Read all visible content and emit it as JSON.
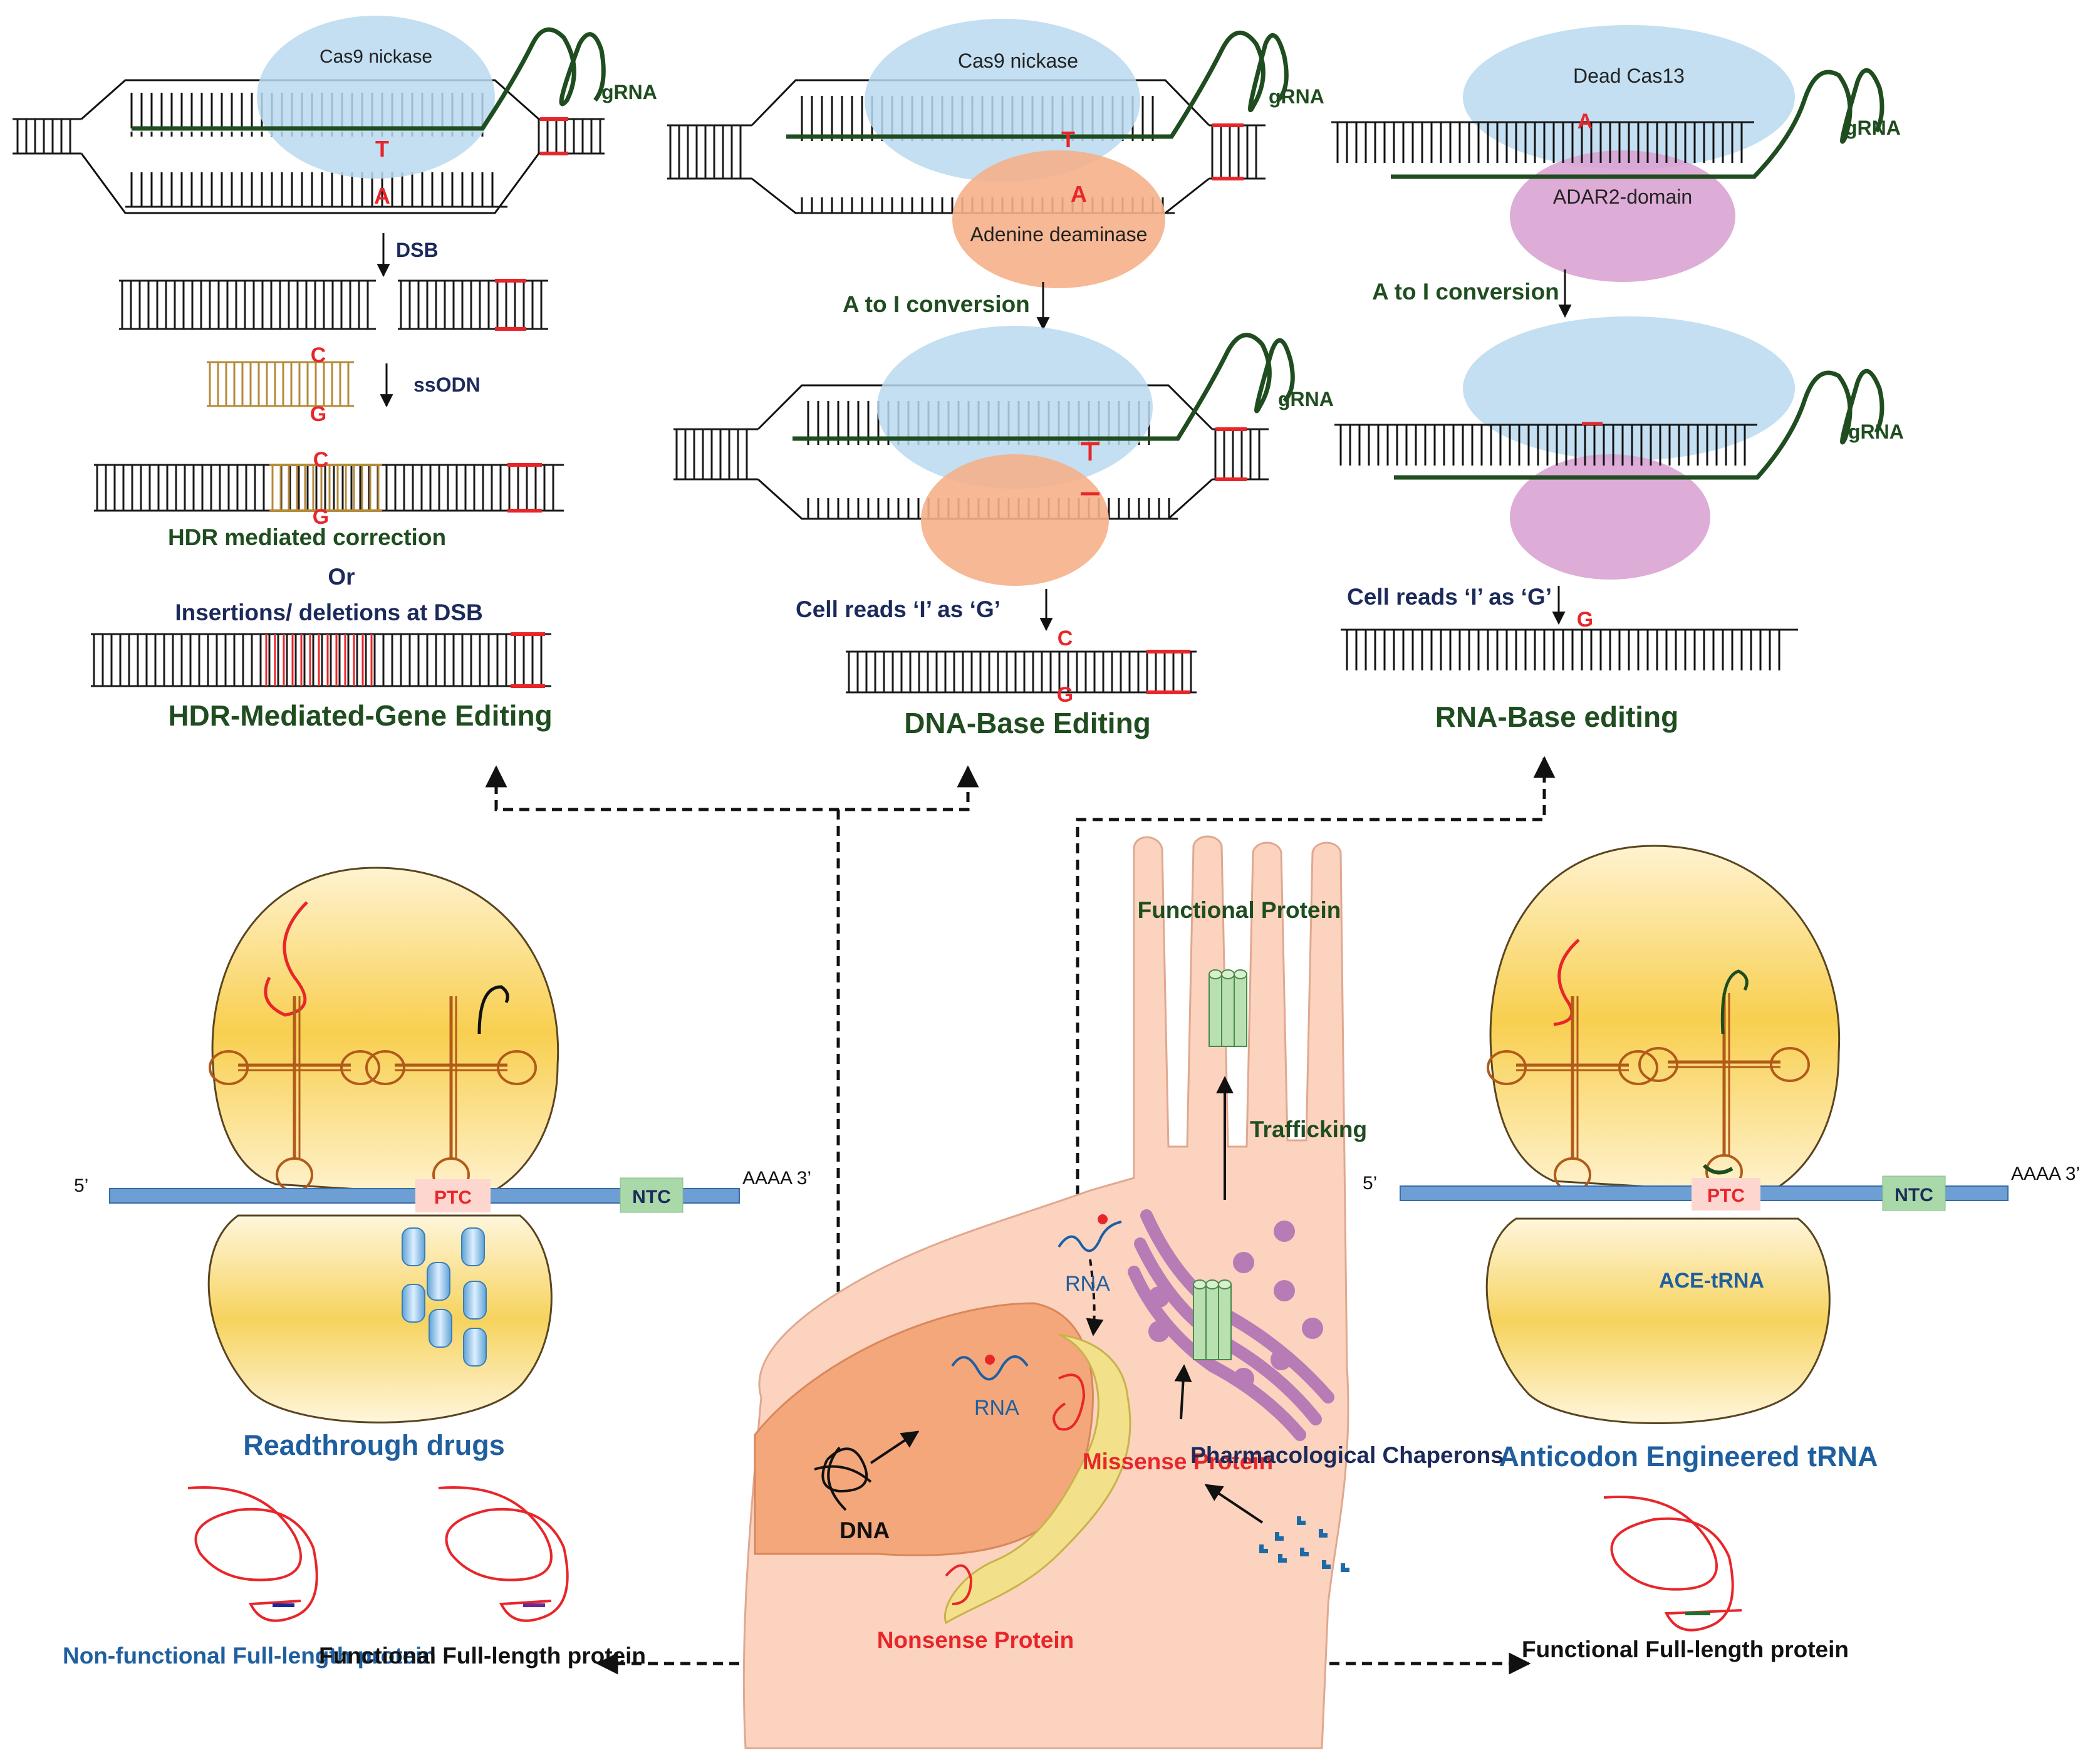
{
  "hdr": {
    "enzyme": "Cas9 nickase",
    "grna": "gRNA",
    "target_base": "A",
    "partner_base": "T",
    "step_dsb": "DSB",
    "step_ssodn": "ssODN",
    "base_c": "C",
    "base_g": "G",
    "hdr_correction": "HDR mediated correction",
    "or": "Or",
    "indels": "Insertions/ deletions at DSB",
    "title": "HDR-Mediated-Gene Editing"
  },
  "dna_base": {
    "enzyme": "Cas9 nickase",
    "grna_top": "gRNA",
    "grna_bottom": "gRNA",
    "partner_base": "T",
    "target_base": "A",
    "deaminase": "Adenine deaminase",
    "conversion": "A to I conversion",
    "cell_reads": "Cell reads ‘I’ as ‘G’",
    "base_c": "C",
    "base_g": "G",
    "title": "DNA-Base Editing"
  },
  "rna_base": {
    "enzyme": "Dead Cas13",
    "grna_top": "gRNA",
    "grna_bottom": "gRNA",
    "target_base": "A",
    "adar": "ADAR2-domain",
    "conversion": "A to I conversion",
    "cell_reads": "Cell reads ‘I’ as ‘G’",
    "base_g": "G",
    "title": "RNA-Base editing"
  },
  "left_ribosome": {
    "five_prime": "5’",
    "three_prime": "AAAA 3’",
    "ptc": "PTC",
    "ntc": "NTC",
    "title": "Readthrough drugs",
    "protein_nonfunctional": "Non-functional Full-length protein",
    "protein_functional": "Functional Full-length protein"
  },
  "right_ribosome": {
    "five_prime": "5’",
    "three_prime": "AAAA 3’",
    "ptc": "PTC",
    "ntc": "NTC",
    "ace": "ACE-tRNA",
    "title": "Anticodon Engineered tRNA",
    "protein_functional": "Functional Full-length protein"
  },
  "cell": {
    "functional_protein": "Functional Protein",
    "trafficking": "Trafficking",
    "rna_cytoplasm": "RNA",
    "rna_nucleus": "RNA",
    "dna": "DNA",
    "missense": "Missense Protein",
    "chaperons": "Pharmacological Chaperons",
    "nonsense": "Nonsense Protein"
  },
  "colors": {
    "dna_strand": "#1a1a1a",
    "grna": "#1f4d1f",
    "mutation": "#e8262a",
    "cas_blue": "#b9d9ee",
    "deaminase_orange": "#f5b08a",
    "adar_purple": "#d9a3d3",
    "ssodn_brown": "#b58a3a",
    "mrna_blue": "#6d9fd4",
    "ntc_green": "#a9d8a9",
    "ptc_pink": "#fcd6cf",
    "cell_peach": "#fbd3bf",
    "nucleus_orange": "#f4a77a",
    "er_yellow": "#f2e18a",
    "golgi_purple": "#b77bb6",
    "protein_green": "#b9e0b0",
    "title_blue": "#1f5f9f",
    "label_navy": "#1b2a5a",
    "label_red": "#e8262a"
  }
}
